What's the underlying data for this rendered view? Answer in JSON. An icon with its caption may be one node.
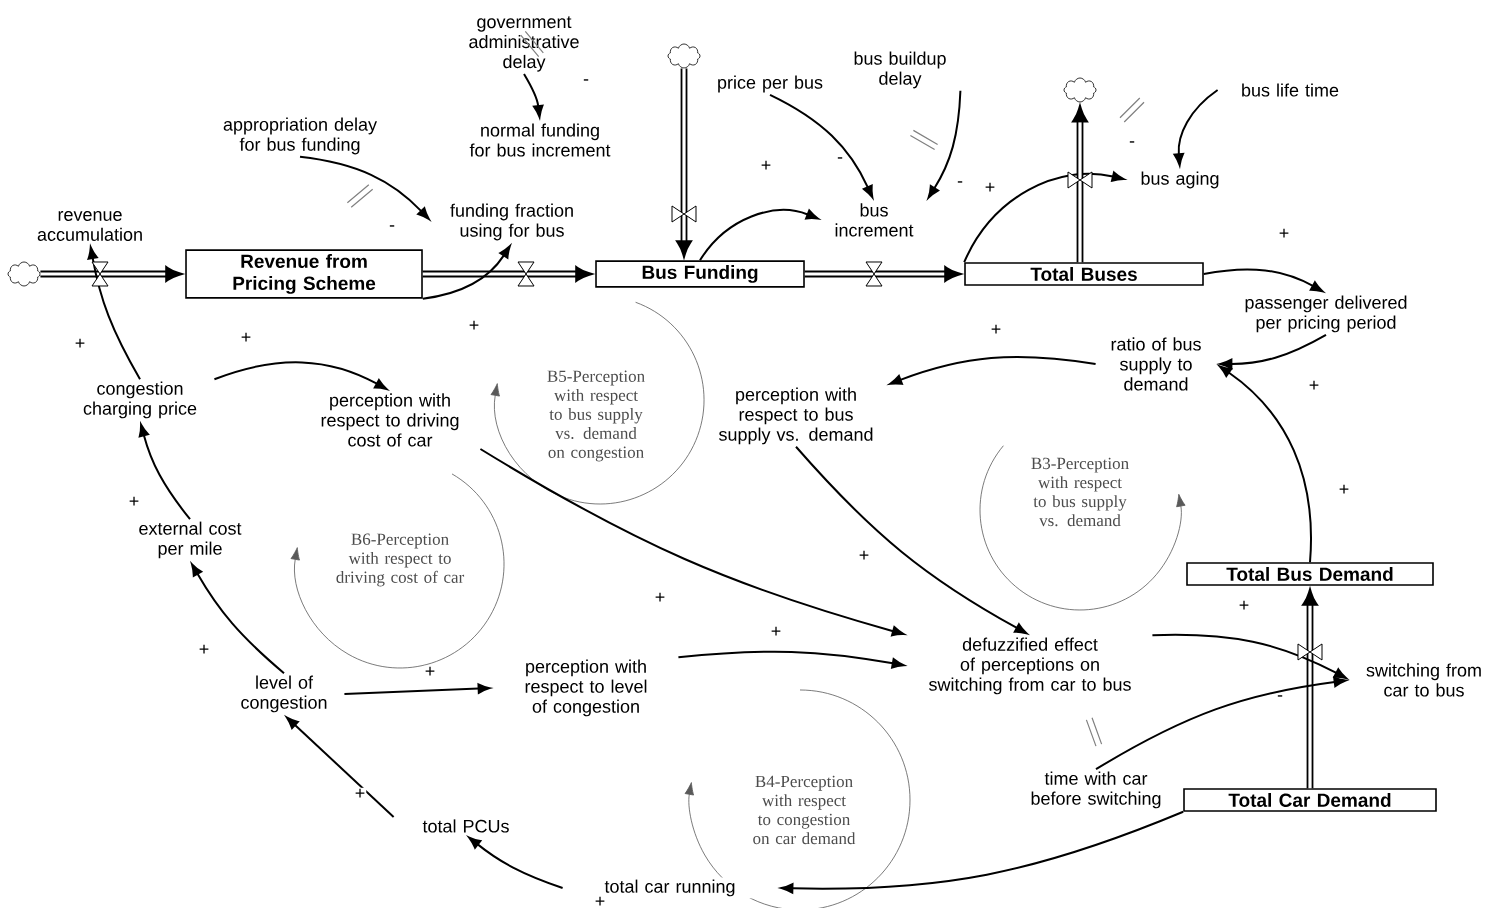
{
  "diagram": {
    "nodes": [
      {
        "text": [
          "government administrative delay"
        ]
      },
      {
        "text": [
          "appropriation delay for bus funding"
        ]
      },
      {
        "text": [
          "normal funding for bus increment"
        ]
      },
      {
        "text": [
          "price per bus"
        ]
      },
      {
        "text": [
          "bus buildup delay"
        ]
      },
      {
        "text": [],
        "shape": "cloud"
      },
      {
        "text": [
          "bus life time"
        ]
      },
      {
        "text": [
          "revenue accumulation"
        ]
      },
      {
        "text": [],
        "shape": "cloud"
      },
      {
        "text": [
          "Revenue from Pricing Scheme"
        ]
      },
      {
        "text": [
          "funding fraction using for bus"
        ]
      },
      {
        "text": [],
        "shape": "cloud"
      },
      {
        "text": [
          "Bus Funding"
        ]
      },
      {
        "text": [
          "bus increment"
        ]
      },
      {
        "text": [
          "bus aging"
        ]
      },
      {
        "text": [
          "Total Buses"
        ]
      },
      {
        "text": [
          "passenger delivered per pricing period"
        ]
      },
      {
        "text": [
          "congestion charging price"
        ]
      },
      {
        "text": [
          "perception with respect to driving cost of car"
        ]
      },
      {
        "text": [
          "ratio of bus supply to demand"
        ]
      },
      {
        "text": [
          "perception with respect to bus supply vs. demand"
        ]
      },
      {
        "text": [
          "external cost per mile"
        ]
      },
      {
        "text": [
          "Total Bus Demand"
        ]
      },
      {
        "text": [
          "level of congestion"
        ]
      },
      {
        "text": [
          "perception with respect to level of congestion"
        ]
      },
      {
        "text": [
          "defuzzified effect of perceptions on switching from car to bus"
        ]
      },
      {
        "text": [
          "switching from car to bus"
        ]
      },
      {
        "text": [
          "time with car before switching"
        ]
      },
      {
        "text": [
          "Total Car Demand"
        ]
      },
      {
        "text": [
          "total PCUs"
        ]
      },
      {
        "text": [
          "total car running"
        ]
      }
    ],
    "edges": [
      {
        "from": 0,
        "to": 2,
        "arrow": "to",
        "label": "-"
      },
      {
        "from": 1,
        "to": 10,
        "arrow": "to",
        "label": "-"
      },
      {
        "from": 8,
        "to": 9,
        "arrow": "to",
        "style": "thick"
      },
      {
        "from": 17,
        "to": 7,
        "arrow": "to",
        "label": "+"
      },
      {
        "from": 9,
        "to": 12,
        "arrow": "to",
        "style": "thick"
      },
      {
        "from": 9,
        "to": 10,
        "arrow": "to",
        "label": "+"
      },
      {
        "from": 11,
        "to": 12,
        "arrow": "to",
        "style": "thick"
      },
      {
        "from": 12,
        "to": 13,
        "arrow": "to",
        "label": "+"
      },
      {
        "from": 3,
        "to": 13,
        "arrow": "to",
        "label": "-"
      },
      {
        "from": 4,
        "to": 13,
        "arrow": "to",
        "label": "-"
      },
      {
        "from": 12,
        "to": 15,
        "arrow": "to",
        "style": "thick"
      },
      {
        "from": 15,
        "to": 14,
        "arrow": "to",
        "label": "+"
      },
      {
        "from": 15,
        "to": 5,
        "arrow": "to",
        "style": "thick"
      },
      {
        "from": 6,
        "to": 14,
        "arrow": "to",
        "label": "-"
      },
      {
        "from": 15,
        "to": 16,
        "arrow": "to",
        "label": "+"
      },
      {
        "from": 16,
        "to": 19,
        "arrow": "to",
        "label": "+"
      },
      {
        "from": 19,
        "to": 20,
        "arrow": "to",
        "label": "+"
      },
      {
        "from": 22,
        "to": 19,
        "arrow": "to",
        "label": "+"
      },
      {
        "from": 20,
        "to": 25,
        "arrow": "to",
        "label": "+"
      },
      {
        "from": 18,
        "to": 25,
        "arrow": "to",
        "label": "+"
      },
      {
        "from": 24,
        "to": 25,
        "arrow": "to",
        "label": "+"
      },
      {
        "from": 17,
        "to": 18,
        "arrow": "to",
        "label": "+"
      },
      {
        "from": 21,
        "to": 17,
        "arrow": "to",
        "label": "+"
      },
      {
        "from": 23,
        "to": 21,
        "arrow": "to",
        "label": "+"
      },
      {
        "from": 23,
        "to": 24,
        "arrow": "to",
        "label": "+"
      },
      {
        "from": 29,
        "to": 23,
        "arrow": "to",
        "label": "+"
      },
      {
        "from": 30,
        "to": 29,
        "arrow": "to",
        "label": "+"
      },
      {
        "from": 28,
        "to": 30,
        "arrow": "to"
      },
      {
        "from": 28,
        "to": 22,
        "arrow": "to",
        "style": "thick"
      },
      {
        "from": 25,
        "to": 26,
        "arrow": "to",
        "label": "+"
      },
      {
        "from": 27,
        "to": 26,
        "arrow": "to",
        "label": "-"
      }
    ],
    "labels": [
      "B5-Perception with respect to bus supply vs. demand on congestion",
      "B3-Perception with respect to bus supply vs. demand",
      "B6-Perception with respect to driving cost of car",
      "B4-Perception with respect to congestion on car demand"
    ]
  }
}
